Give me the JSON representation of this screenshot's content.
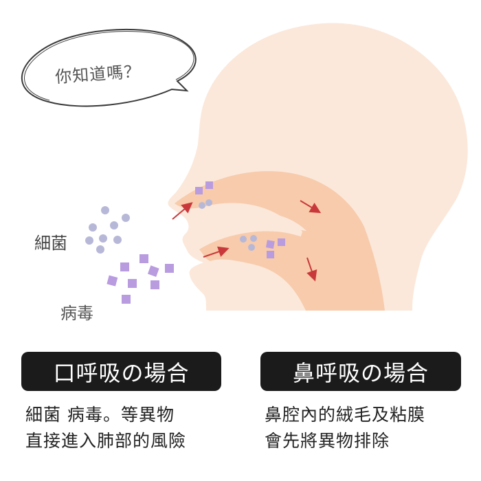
{
  "speech_bubble": {
    "text": "你知道嗎？"
  },
  "labels": {
    "bacteria": "細菌",
    "virus": "病毒"
  },
  "panels": [
    {
      "title": "口呼吸の場合",
      "lines": [
        "細菌  病毒。等異物",
        "直接進入肺部的風險"
      ]
    },
    {
      "title": "鼻呼吸の場合",
      "lines": [
        "鼻腔內的絨毛及粘膜",
        "會先將異物排除"
      ]
    }
  ],
  "colors": {
    "head": "#fbe8da",
    "airway": "#f7cbab",
    "arrow": "#c9393b",
    "bacteria": "#b7b8d8",
    "virus": "#b99be0",
    "badge": "#1b1b1b"
  },
  "icons": {
    "bacteria-particle": "circle",
    "virus-particle": "square",
    "airflow-arrow": "arrow"
  }
}
